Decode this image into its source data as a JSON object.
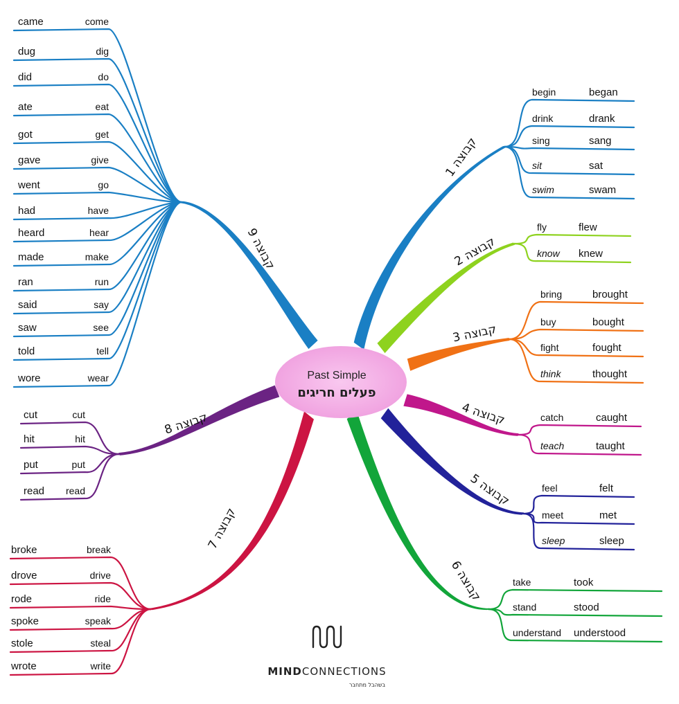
{
  "center": {
    "title": "Past Simple",
    "subtitle": "פעלים חריגים",
    "color": "#f4b6e8"
  },
  "logo": {
    "brand_bold": "MIND",
    "brand_light": "CONNECTIONS",
    "tagline": "בשהבל מתחבר"
  },
  "groups": [
    {
      "id": "g1",
      "label": "קבוצה 1",
      "color": "#1a7fc4",
      "side": "right",
      "verbs": [
        {
          "base": "begin",
          "past": "began",
          "italic": false
        },
        {
          "base": "drink",
          "past": "drank",
          "italic": false
        },
        {
          "base": "sing",
          "past": "sang",
          "italic": false
        },
        {
          "base": "sit",
          "past": "sat",
          "italic": true
        },
        {
          "base": "swim",
          "past": "swam",
          "italic": true
        }
      ]
    },
    {
      "id": "g2",
      "label": "קבוצה 2",
      "color": "#8ed21e",
      "side": "right",
      "verbs": [
        {
          "base": "fly",
          "past": "flew",
          "italic": false
        },
        {
          "base": "know",
          "past": "knew",
          "italic": true
        }
      ]
    },
    {
      "id": "g3",
      "label": "קבוצה 3",
      "color": "#f07115",
      "side": "right",
      "verbs": [
        {
          "base": "bring",
          "past": "brought",
          "italic": false
        },
        {
          "base": "buy",
          "past": "bought",
          "italic": false
        },
        {
          "base": "fight",
          "past": "fought",
          "italic": false
        },
        {
          "base": "think",
          "past": "thought",
          "italic": true
        }
      ]
    },
    {
      "id": "g4",
      "label": "קבוצה 4",
      "color": "#c0178b",
      "side": "right",
      "verbs": [
        {
          "base": "catch",
          "past": "caught",
          "italic": false
        },
        {
          "base": "teach",
          "past": "taught",
          "italic": true
        }
      ]
    },
    {
      "id": "g5",
      "label": "קבוצה 5",
      "color": "#22229a",
      "side": "right",
      "verbs": [
        {
          "base": "feel",
          "past": "felt",
          "italic": false
        },
        {
          "base": "meet",
          "past": "met",
          "italic": false
        },
        {
          "base": "sleep",
          "past": "sleep",
          "italic": true
        }
      ]
    },
    {
      "id": "g6",
      "label": "קבוצה 6",
      "color": "#12a53a",
      "side": "right",
      "verbs": [
        {
          "base": "take",
          "past": "took",
          "italic": false
        },
        {
          "base": "stand",
          "past": "stood",
          "italic": false
        },
        {
          "base": "understand",
          "past": "understood",
          "italic": false
        }
      ]
    },
    {
      "id": "g7",
      "label": "קבוצה 7",
      "color": "#cc1442",
      "side": "left",
      "verbs": [
        {
          "base": "break",
          "past": "broke",
          "italic": false
        },
        {
          "base": "drive",
          "past": "drove",
          "italic": false
        },
        {
          "base": "ride",
          "past": "rode",
          "italic": false
        },
        {
          "base": "speak",
          "past": "spoke",
          "italic": false
        },
        {
          "base": "steal",
          "past": "stole",
          "italic": false
        },
        {
          "base": "write",
          "past": "wrote",
          "italic": false
        }
      ]
    },
    {
      "id": "g8",
      "label": "קבוצה 8",
      "color": "#6b2383",
      "side": "left",
      "verbs": [
        {
          "base": "cut",
          "past": "cut",
          "italic": false
        },
        {
          "base": "hit",
          "past": "hit",
          "italic": false
        },
        {
          "base": "put",
          "past": "put",
          "italic": false
        },
        {
          "base": "read",
          "past": "read",
          "italic": false
        }
      ]
    },
    {
      "id": "g9",
      "label": "קבוצה 9",
      "color": "#1a7fc4",
      "side": "left",
      "verbs": [
        {
          "base": "come",
          "past": "came",
          "italic": false
        },
        {
          "base": "dig",
          "past": "dug",
          "italic": false
        },
        {
          "base": "do",
          "past": "did",
          "italic": false
        },
        {
          "base": "eat",
          "past": "ate",
          "italic": false
        },
        {
          "base": "get",
          "past": "got",
          "italic": false
        },
        {
          "base": "give",
          "past": "gave",
          "italic": false
        },
        {
          "base": "go",
          "past": "went",
          "italic": false
        },
        {
          "base": "have",
          "past": "had",
          "italic": false
        },
        {
          "base": "hear",
          "past": "heard",
          "italic": false
        },
        {
          "base": "make",
          "past": "made",
          "italic": false
        },
        {
          "base": "run",
          "past": "ran",
          "italic": false
        },
        {
          "base": "say",
          "past": "said",
          "italic": false
        },
        {
          "base": "see",
          "past": "saw",
          "italic": false
        },
        {
          "base": "tell",
          "past": "told",
          "italic": false
        },
        {
          "base": "wear",
          "past": "wore",
          "italic": false
        }
      ]
    }
  ]
}
